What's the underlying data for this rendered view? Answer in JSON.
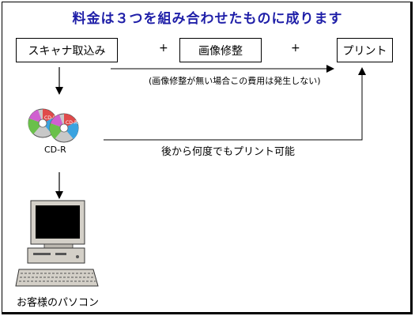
{
  "title": "料金は３つを組み合わせたものに成ります",
  "boxes": {
    "scan": "スキャナ取込み",
    "edit": "画像修整",
    "print": "プリント"
  },
  "plus_sign": "+",
  "note": "(画像修整が無い場合この費用は発生しない)",
  "cd_label": "CD-R",
  "disc_text": "CD-R",
  "reprint_text": "後から何度でもプリント可能",
  "pc_label": "お客様のパソコン"
}
